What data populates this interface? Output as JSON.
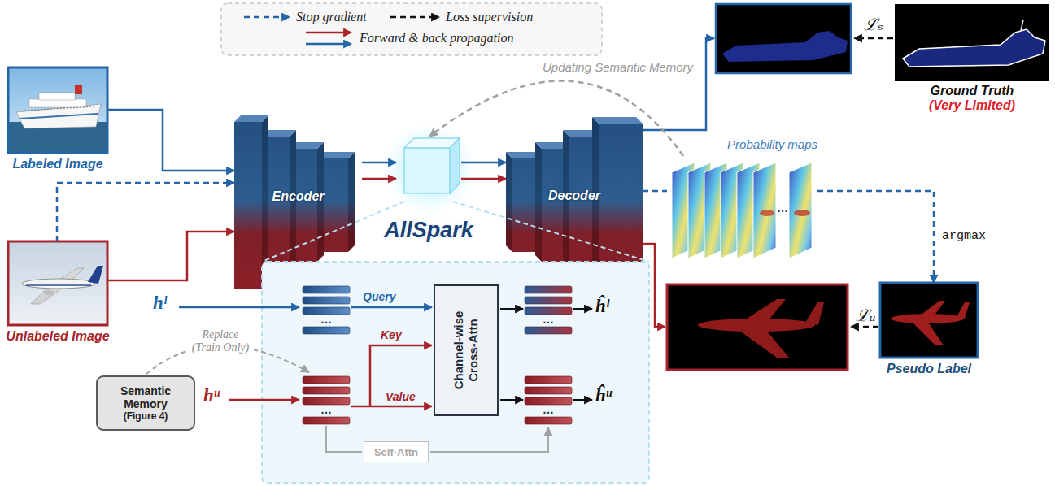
{
  "diagram": {
    "nodes": [
      {
        "text": [
          "Labeled Image"
        ]
      },
      {
        "text": [
          "Unlabeled Image"
        ]
      },
      {
        "text": [
          "Encoder"
        ]
      },
      {
        "text": [
          "AllSpark"
        ]
      },
      {
        "text": [
          "Decoder"
        ]
      },
      {
        "text": [
          "Ground Truth",
          "(Very Limited)"
        ]
      },
      {
        "text": [
          "Probability maps"
        ]
      },
      {
        "text": [
          "Pseudo Label"
        ]
      },
      {
        "text": [
          "Semantic Memory",
          "(Figure 4)"
        ]
      },
      {
        "text": [
          "Channel-wise Cross-Attn"
        ]
      },
      {
        "text": [
          "Self-Attn"
        ]
      }
    ],
    "edges": [
      {
        "from": 0,
        "to": 2,
        "arrow": "to"
      },
      {
        "from": 1,
        "to": 2,
        "arrow": "to"
      },
      {
        "from": 1,
        "to": 2,
        "arrow": "to"
      },
      {
        "from": 2,
        "to": 3,
        "arrow": "to"
      },
      {
        "from": 2,
        "to": 3,
        "arrow": "to"
      },
      {
        "from": 3,
        "to": 4,
        "arrow": "to"
      },
      {
        "from": 3,
        "to": 4,
        "arrow": "to"
      },
      {
        "from": 4,
        "to": 6,
        "arrow": "none"
      },
      {
        "from": 6,
        "to": 3,
        "label": "Updating Semantic Memory",
        "arrow": "to"
      },
      {
        "from": 6,
        "to": 7,
        "label": "argmax",
        "arrow": "to"
      }
    ],
    "labels": [
      "ℒₛ",
      "ℒᵤ",
      "hˡ",
      "hᵘ",
      "Query",
      "Key",
      "Value",
      "ĥˡ",
      "ĥᵘ",
      "Replace (Train Only)",
      "…",
      "…",
      "…",
      "…",
      "…"
    ],
    "legend": [
      {
        "text": "Stop gradient"
      },
      {
        "text": "Loss supervision"
      },
      {
        "text": "Forward & back propagation"
      }
    ]
  }
}
